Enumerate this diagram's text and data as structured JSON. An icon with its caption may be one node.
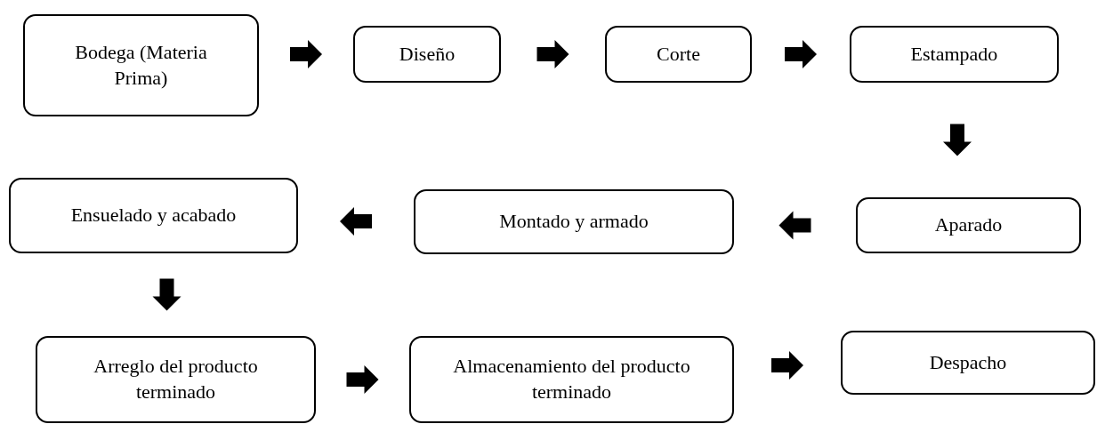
{
  "diagram": {
    "nodes": [
      {
        "text": [
          "Bodega (Materia Prima)"
        ]
      },
      {
        "text": [
          "Diseño"
        ]
      },
      {
        "text": [
          "Corte"
        ]
      },
      {
        "text": [
          "Estampado"
        ]
      },
      {
        "text": [
          "Aparado"
        ]
      },
      {
        "text": [
          "Montado y armado"
        ]
      },
      {
        "text": [
          "Ensuelado y acabado"
        ]
      },
      {
        "text": [
          "Arreglo del producto terminado"
        ]
      },
      {
        "text": [
          "Almacenamiento del producto terminado"
        ]
      },
      {
        "text": [
          "Despacho"
        ]
      }
    ],
    "edges": [
      {
        "from": 0,
        "to": 1,
        "arrow": "to"
      },
      {
        "from": 1,
        "to": 2,
        "arrow": "to"
      },
      {
        "from": 2,
        "to": 3,
        "arrow": "to"
      },
      {
        "from": 3,
        "to": 4,
        "arrow": "to"
      },
      {
        "from": 4,
        "to": 5,
        "arrow": "to"
      },
      {
        "from": 5,
        "to": 6,
        "arrow": "to"
      },
      {
        "from": 6,
        "to": 7,
        "arrow": "to"
      },
      {
        "from": 7,
        "to": 8,
        "arrow": "to"
      },
      {
        "from": 8,
        "to": 9,
        "arrow": "to"
      }
    ]
  }
}
